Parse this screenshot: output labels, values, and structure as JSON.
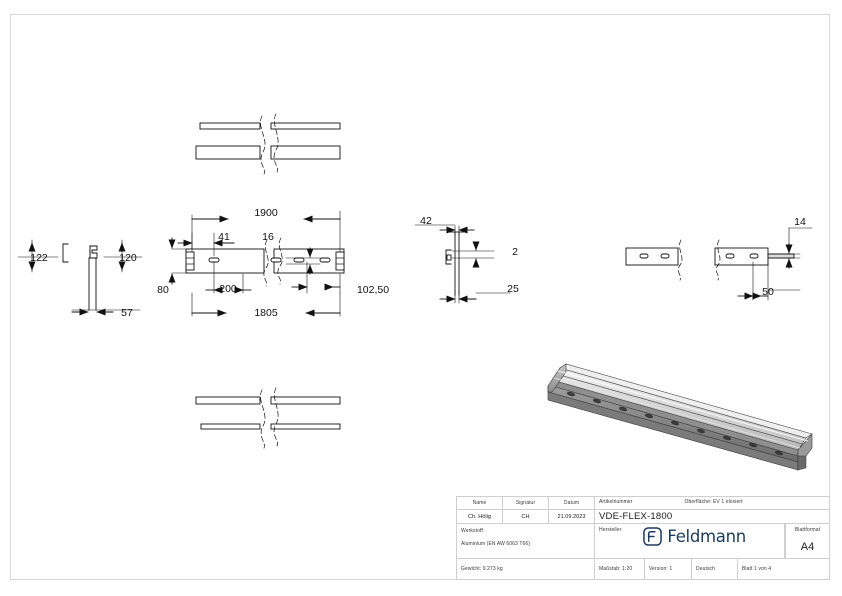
{
  "document": {
    "type": "technical-drawing",
    "sheet_format": "A4",
    "orientation": "landscape"
  },
  "dimensions": {
    "front_view": {
      "total_length": "1900",
      "hole_pitch_length": "1805",
      "first_hole_offset": "41",
      "hole_width": "16",
      "edge_offset": "80",
      "hole_spacing": "200",
      "end_offset": "102,50"
    },
    "left_end_view": {
      "width_left": "122",
      "width_right": "120",
      "depth": "57"
    },
    "section_view": {
      "flange": "42",
      "wall_thickness": "2",
      "height": "25"
    },
    "detail_view": {
      "slot_height": "14",
      "slot_position": "50"
    }
  },
  "title_block": {
    "headers": {
      "name": "Name",
      "signature": "Signatur",
      "date": "Datum",
      "article_number": "Artikelnummer",
      "surface": "Oberfläche:  EV 1 eloxiert",
      "sheet_format": "Blattformat"
    },
    "values": {
      "name": "Ch. Hölig",
      "signature": "CH",
      "date": "21.09.2023",
      "article_number": "VDE-FLEX-1800",
      "sheet_format": "A4"
    },
    "material": {
      "label": "Werkstoff:",
      "value": "Aluminium (EN AW 6063 T66)"
    },
    "manufacturer": {
      "label": "Hersteller",
      "logo_text": "Feldmann",
      "logo_icon": "feldmann-f-mark",
      "logo_color": "#1b3a5c"
    },
    "weight": "Gewicht: 9.273 kg",
    "footer": {
      "scale": "Maßstab: 1:20",
      "version": "Version: 1",
      "language": "Deutsch",
      "sheet": "Blatt 1 von 4"
    }
  },
  "colors": {
    "line": "#111111",
    "frame": "#d8d8d8",
    "table_rule": "#cfcfcf",
    "brand": "#1b3a5c",
    "metal_light": "#d2d2d2",
    "metal_mid": "#a8a8a8",
    "metal_dark": "#6f6f6f"
  }
}
